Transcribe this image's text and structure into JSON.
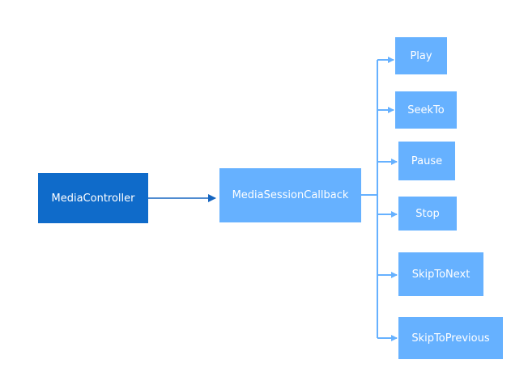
{
  "diagram": {
    "source": {
      "label": "MediaController",
      "color": "#0f6bca"
    },
    "callback": {
      "label": "MediaSessionCallback",
      "color": "#66b1ff"
    },
    "actions": [
      {
        "label": "Play"
      },
      {
        "label": "SeekTo"
      },
      {
        "label": "Pause"
      },
      {
        "label": "Stop"
      },
      {
        "label": "SkipToNext"
      },
      {
        "label": "SkipToPrevious"
      }
    ],
    "colors": {
      "primary_arrow": "#1565c0",
      "secondary_arrow": "#66b1ff"
    }
  }
}
